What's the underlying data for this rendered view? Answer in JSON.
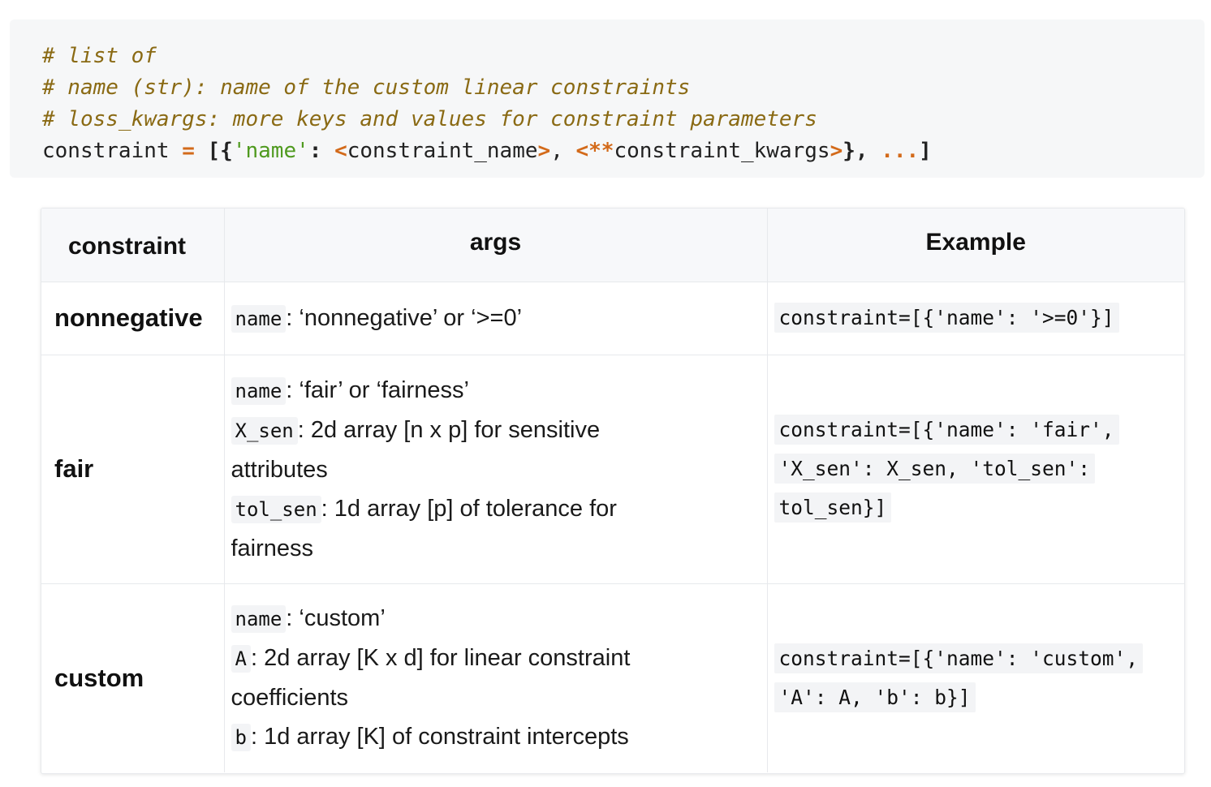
{
  "code_block": {
    "comment_1": "# list of",
    "comment_2": "# name (str): name of the custom linear constraints",
    "comment_3": "# loss_kwargs: more keys and values for constraint parameters",
    "code": {
      "var": "constraint",
      "eq": "=",
      "open": "[{",
      "key": "'name'",
      "colon": ":",
      "lt1": "<",
      "placeholder_1": "constraint_name",
      "gt1": ">",
      "comma1": ", ",
      "lt2": "<**",
      "placeholder_2": "constraint_kwargs",
      "gt2": ">",
      "close1": "},",
      "ellipsis": "...",
      "close2": "]"
    }
  },
  "table": {
    "headers": [
      "constraint",
      "args",
      "Example"
    ],
    "rows": [
      {
        "name": "nonnegative",
        "args": [
          {
            "code": "name",
            "text": ": ‘nonnegative’ or ‘>=0’"
          }
        ],
        "example": [
          "constraint=[{'name': '>=0'}]"
        ]
      },
      {
        "name": "fair",
        "args": [
          {
            "code": "name",
            "text": ": ‘fair’ or ‘fairness’"
          },
          {
            "code": "X_sen",
            "text": ": 2d array [n x p] for sensitive",
            "cont": "attributes"
          },
          {
            "code": "tol_sen",
            "text": ": 1d array [p] of tolerance for",
            "cont": "fairness"
          }
        ],
        "example": [
          "constraint=[{'name': 'fair',",
          "'X_sen': X_sen, 'tol_sen':",
          "tol_sen}]"
        ]
      },
      {
        "name": "custom",
        "args": [
          {
            "code": "name",
            "text": ": ‘custom’"
          },
          {
            "code": "A",
            "text": ": 2d array [K x d] for linear constraint",
            "cont": "coefficients"
          },
          {
            "code": "b",
            "text": ": 1d array [K] of constraint intercepts"
          }
        ],
        "example": [
          "constraint=[{'name': 'custom',",
          "'A': A, 'b': b}]"
        ]
      }
    ]
  }
}
